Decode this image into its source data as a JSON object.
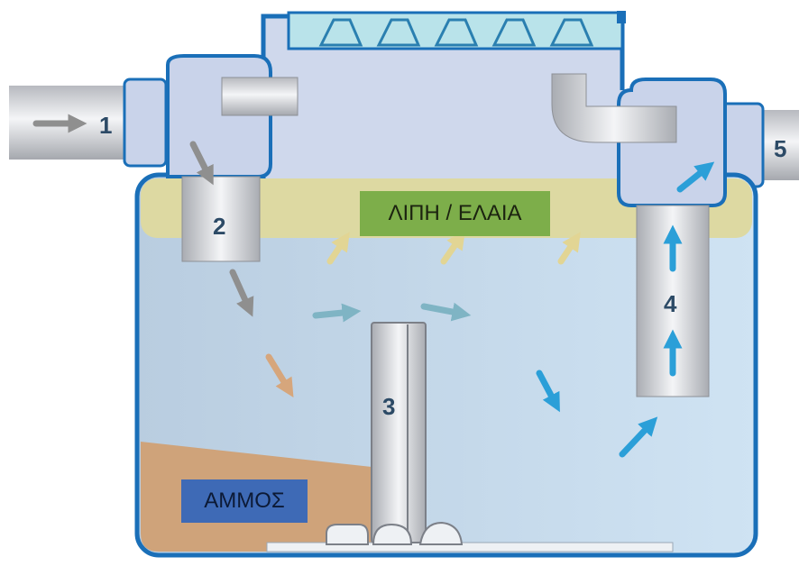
{
  "labels": {
    "grease": "ΛΙΠΗ / ΕΛΑΙΑ",
    "sand": "ΑΜΜΟΣ"
  },
  "stages": [
    {
      "id": "inlet-pipe",
      "number": "1"
    },
    {
      "id": "inlet-tee",
      "number": "2"
    },
    {
      "id": "baffle",
      "number": "3"
    },
    {
      "id": "outlet-riser",
      "number": "4"
    },
    {
      "id": "outlet-pipe",
      "number": "5"
    }
  ],
  "colors": {
    "tank_outline": "#1a6fb8",
    "water": "#c6ddf0",
    "grease_layer": "#ddd9a2",
    "sand": "#cfa37a",
    "upper_chamber": "#cfd8ec",
    "pipe": "#dedfe3",
    "lid": "#b9e3ea",
    "arrow_blue": "#2b9fd8",
    "arrow_grey": "#8f8f8f",
    "arrow_teal": "#7fb4c4",
    "arrow_yellow": "#e2d594",
    "arrow_orange": "#d6a67c"
  }
}
